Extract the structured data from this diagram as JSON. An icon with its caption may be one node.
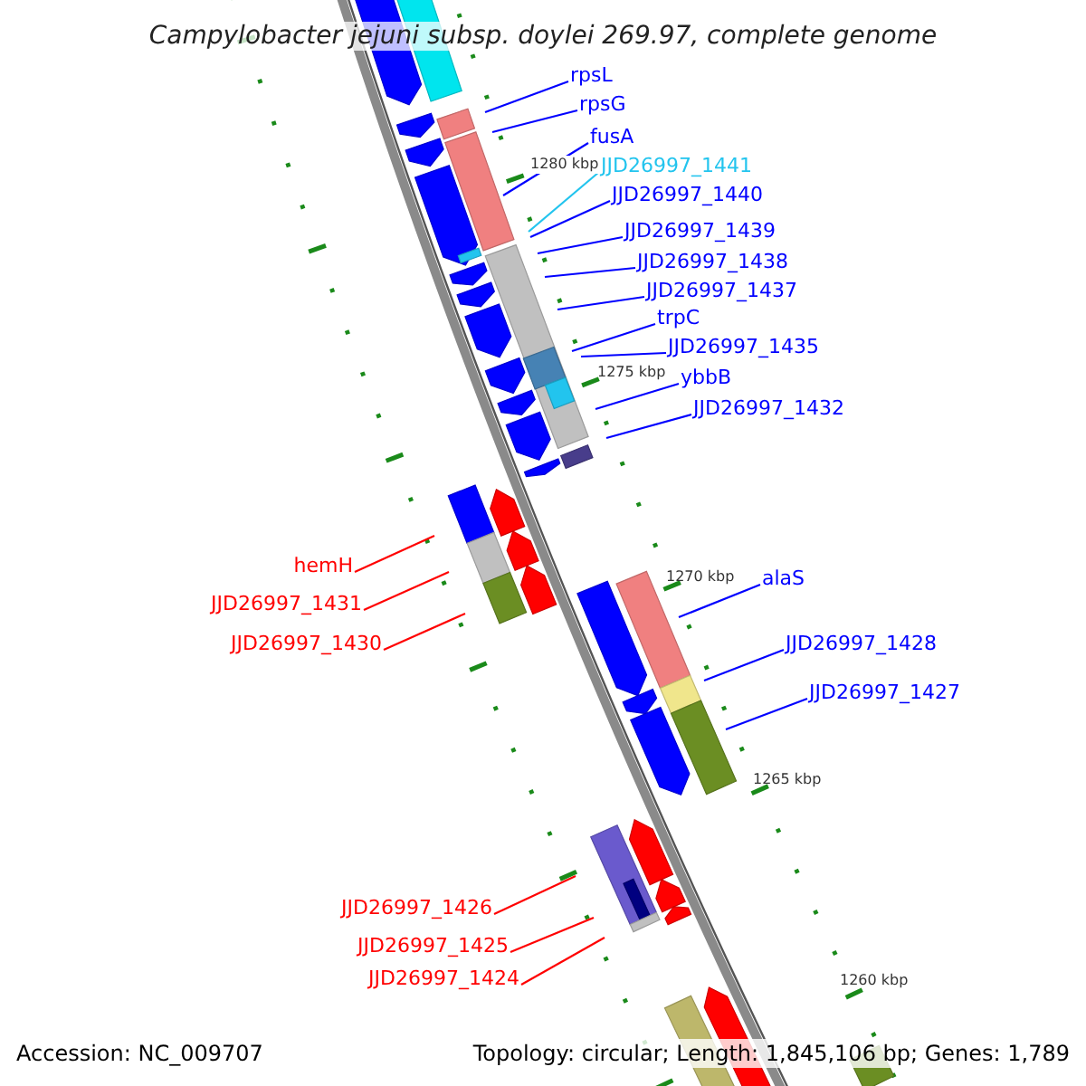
{
  "diagram": {
    "title": "Campylobacter jejuni subsp. doylei 269.97, complete genome",
    "nodes": [
      {
        "text": [
          "rpsL"
        ]
      },
      {
        "text": [
          "rpsG"
        ]
      },
      {
        "text": [
          "fusA"
        ]
      },
      {
        "text": [
          "JJD26997_1441"
        ]
      },
      {
        "text": [
          "JJD26997_1440"
        ]
      },
      {
        "text": [
          "JJD26997_1439"
        ]
      },
      {
        "text": [
          "JJD26997_1438"
        ]
      },
      {
        "text": [
          "JJD26997_1437"
        ]
      },
      {
        "text": [
          "trpC"
        ]
      },
      {
        "text": [
          "JJD26997_1435"
        ]
      },
      {
        "text": [
          "ybbB"
        ]
      },
      {
        "text": [
          "JJD26997_1432"
        ]
      },
      {
        "text": [
          "hemH"
        ]
      },
      {
        "text": [
          "alaS"
        ]
      },
      {
        "text": [
          "JJD26997_1431"
        ]
      },
      {
        "text": [
          "JJD26997_1430"
        ]
      },
      {
        "text": [
          "JJD26997_1428"
        ]
      },
      {
        "text": [
          "JJD26997_1427"
        ]
      },
      {
        "text": [
          "JJD26997_1426"
        ]
      },
      {
        "text": [
          "JJD26997_1425"
        ]
      },
      {
        "text": [
          "JJD26997_1424"
        ]
      }
    ],
    "edges": [
      {
        "from": 0,
        "to": null,
        "arrow": "none"
      },
      {
        "from": 1,
        "to": null,
        "arrow": "none"
      },
      {
        "from": 2,
        "to": null,
        "arrow": "none"
      },
      {
        "from": 3,
        "to": null,
        "arrow": "none",
        "color": "#22c4ee"
      },
      {
        "from": 4,
        "to": null,
        "arrow": "none"
      },
      {
        "from": 5,
        "to": null,
        "arrow": "none"
      },
      {
        "from": 6,
        "to": null,
        "arrow": "none"
      },
      {
        "from": 7,
        "to": null,
        "arrow": "none"
      },
      {
        "from": 8,
        "to": null,
        "arrow": "none"
      },
      {
        "from": 9,
        "to": null,
        "arrow": "none"
      },
      {
        "from": 10,
        "to": null,
        "arrow": "none"
      },
      {
        "from": 11,
        "to": null,
        "arrow": "none"
      },
      {
        "from": 12,
        "to": null,
        "arrow": "none",
        "color": "#ff0000"
      },
      {
        "from": 13,
        "to": null,
        "arrow": "none"
      },
      {
        "from": 14,
        "to": null,
        "arrow": "none",
        "color": "#ff0000"
      },
      {
        "from": 15,
        "to": null,
        "arrow": "none",
        "color": "#ff0000"
      },
      {
        "from": 16,
        "to": null,
        "arrow": "none"
      },
      {
        "from": 17,
        "to": null,
        "arrow": "none"
      },
      {
        "from": 18,
        "to": null,
        "arrow": "none",
        "color": "#ff0000"
      },
      {
        "from": 19,
        "to": null,
        "arrow": "none",
        "color": "#ff0000"
      },
      {
        "from": 20,
        "to": null,
        "arrow": "none",
        "color": "#ff0000"
      }
    ],
    "labels": [
      "1280 kbp",
      "1275 kbp",
      "1270 kbp",
      "1265 kbp",
      "1260 kbp",
      "Accession: NC_009707",
      "Topology: circular; Length: 1,845,106 bp; Genes: 1,789"
    ]
  }
}
